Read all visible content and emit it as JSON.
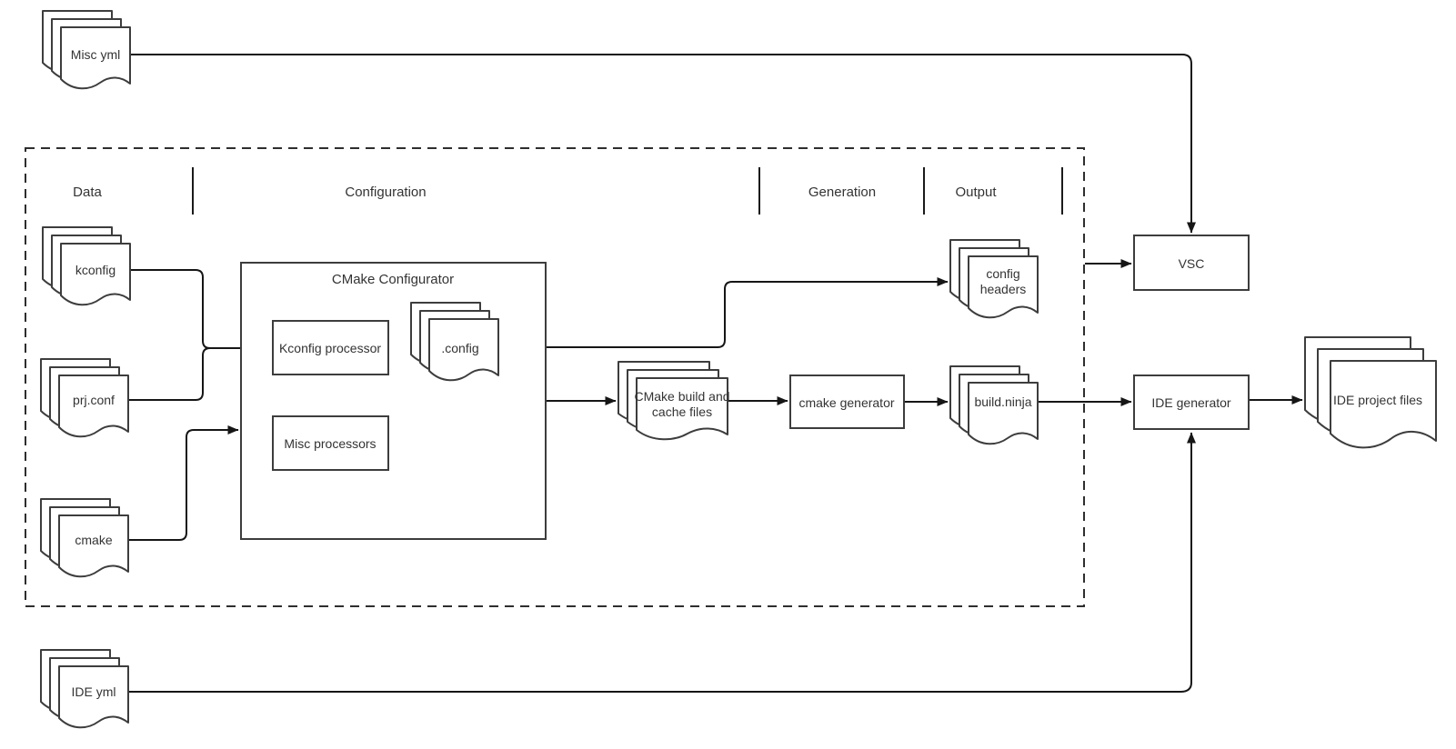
{
  "diagram": {
    "lanes": {
      "data": "Data",
      "configuration": "Configuration",
      "generation": "Generation",
      "output": "Output"
    },
    "nodes": {
      "misc_yml": {
        "label": "Misc yml",
        "shape": "document-stack"
      },
      "kconfig": {
        "label": "kconfig",
        "shape": "document-stack"
      },
      "prj_conf": {
        "label": "prj.conf",
        "shape": "document-stack"
      },
      "cmake": {
        "label": "cmake",
        "shape": "document-stack"
      },
      "ide_yml": {
        "label": "IDE yml",
        "shape": "document-stack"
      },
      "cmake_configurator": {
        "label": "CMake Configurator",
        "shape": "container-box"
      },
      "kconfig_processor": {
        "label": "Kconfig processor",
        "shape": "box"
      },
      "misc_processors": {
        "label": "Misc processors",
        "shape": "box"
      },
      "dot_config": {
        "label": ".config",
        "shape": "document-stack"
      },
      "cmake_build_cache": {
        "label_line1": "CMake build and",
        "label_line2": "cache files",
        "shape": "document-stack"
      },
      "cmake_generator": {
        "label": "cmake generator",
        "shape": "box"
      },
      "config_headers": {
        "label_line1": "config",
        "label_line2": "headers",
        "shape": "document-stack"
      },
      "build_ninja": {
        "label": "build.ninja",
        "shape": "document-stack"
      },
      "vsc": {
        "label": "VSC",
        "shape": "box"
      },
      "ide_generator": {
        "label": "IDE generator",
        "shape": "box"
      },
      "ide_project_files": {
        "label": "IDE project files",
        "shape": "document-stack"
      }
    },
    "edges": [
      "misc_yml -> vsc",
      "kconfig -> kconfig_processor",
      "prj_conf -> kconfig_processor",
      "cmake -> cmake_configurator",
      "kconfig_processor -> dot_config",
      "dot_config -> config_headers",
      "cmake_configurator -> cmake_build_cache",
      "cmake_build_cache -> cmake_generator",
      "cmake_generator -> build_ninja",
      "build_ninja -> ide_generator",
      "output_lane -> vsc",
      "ide_generator -> ide_project_files",
      "ide_yml -> ide_generator"
    ],
    "colors": {
      "background": "#ffffff",
      "shape_stroke": "#3d3d3d",
      "edge_stroke": "#161616",
      "text": "#333333"
    }
  }
}
